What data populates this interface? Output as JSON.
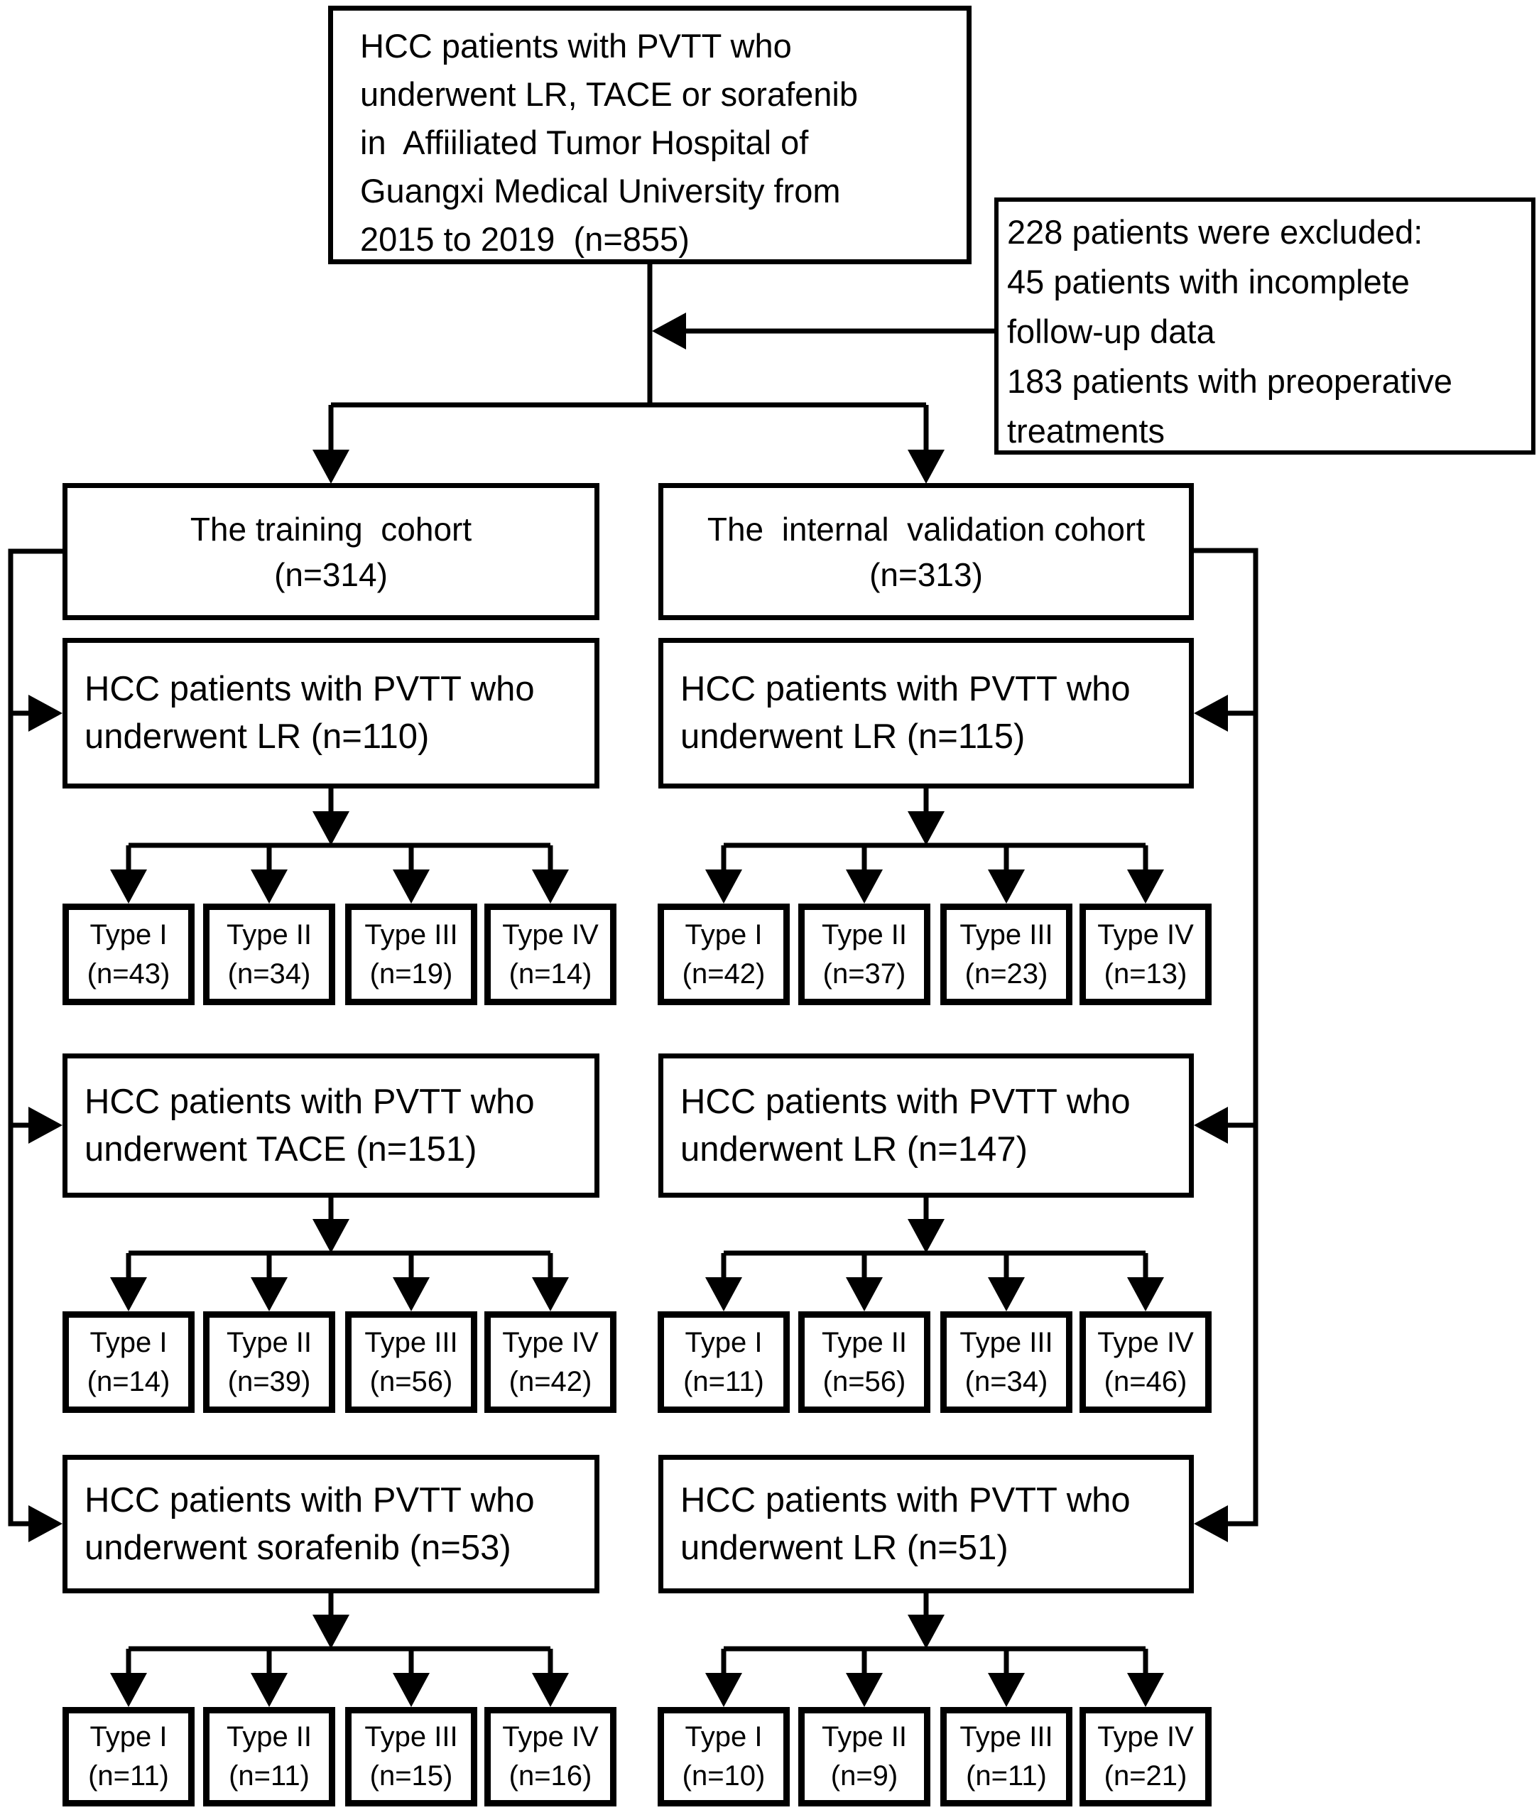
{
  "colors": {
    "line": "#000000",
    "background": "#ffffff",
    "box_border": "#000000"
  },
  "top_box": {
    "lines": [
      "HCC patients with PVTT who",
      "underwent LR, TACE or sorafenib",
      "in  Affiiliated Tumor Hospital of",
      "Guangxi Medical University from",
      "2015 to 2019  (n=855)"
    ]
  },
  "exclusion_box": {
    "lines": [
      "228 patients were excluded:",
      "45 patients with incomplete",
      "follow-up data",
      "183 patients with preoperative",
      "treatments"
    ]
  },
  "training": {
    "cohort": {
      "line1": "The training  cohort",
      "line2": "(n=314)"
    },
    "groups": [
      {
        "title1": "HCC patients with PVTT who",
        "title2": "underwent LR (n=110)",
        "types": [
          {
            "label": "Type I",
            "n": "(n=43)"
          },
          {
            "label": "Type II",
            "n": "(n=34)"
          },
          {
            "label": "Type III",
            "n": "(n=19)"
          },
          {
            "label": "Type IV",
            "n": "(n=14)"
          }
        ]
      },
      {
        "title1": "HCC patients with PVTT who",
        "title2": "underwent TACE (n=151)",
        "types": [
          {
            "label": "Type I",
            "n": "(n=14)"
          },
          {
            "label": "Type II",
            "n": "(n=39)"
          },
          {
            "label": "Type III",
            "n": "(n=56)"
          },
          {
            "label": "Type IV",
            "n": "(n=42)"
          }
        ]
      },
      {
        "title1": "HCC patients with PVTT who",
        "title2": "underwent sorafenib (n=53)",
        "types": [
          {
            "label": "Type I",
            "n": "(n=11)"
          },
          {
            "label": "Type II",
            "n": "(n=11)"
          },
          {
            "label": "Type III",
            "n": "(n=15)"
          },
          {
            "label": "Type IV",
            "n": "(n=16)"
          }
        ]
      }
    ]
  },
  "validation": {
    "cohort": {
      "line1": "The  internal  validation cohort",
      "line2": "(n=313)"
    },
    "groups": [
      {
        "title1": "HCC patients with PVTT who",
        "title2": "underwent LR (n=115)",
        "types": [
          {
            "label": "Type I",
            "n": "(n=42)"
          },
          {
            "label": "Type II",
            "n": "(n=37)"
          },
          {
            "label": "Type III",
            "n": "(n=23)"
          },
          {
            "label": "Type IV",
            "n": "(n=13)"
          }
        ]
      },
      {
        "title1": "HCC patients with PVTT who",
        "title2": "underwent LR (n=147)",
        "types": [
          {
            "label": "Type I",
            "n": "(n=11)"
          },
          {
            "label": "Type II",
            "n": "(n=56)"
          },
          {
            "label": "Type III",
            "n": "(n=34)"
          },
          {
            "label": "Type IV",
            "n": "(n=46)"
          }
        ]
      },
      {
        "title1": "HCC patients with PVTT who",
        "title2": "underwent LR (n=51)",
        "types": [
          {
            "label": "Type I",
            "n": "(n=10)"
          },
          {
            "label": "Type II",
            "n": "(n=9)"
          },
          {
            "label": "Type III",
            "n": "(n=11)"
          },
          {
            "label": "Type IV",
            "n": "(n=21)"
          }
        ]
      }
    ]
  }
}
